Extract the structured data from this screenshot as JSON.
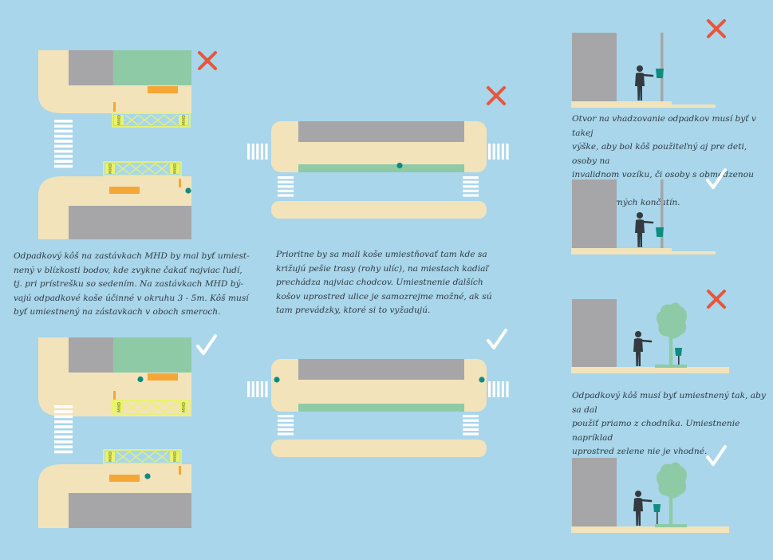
{
  "colors": {
    "background": "#a9d6ea",
    "sidewalk": "#f3e3bb",
    "building": "#a6a6a8",
    "greenery": "#8ecaa6",
    "shelter": "#e9f36a",
    "bench": "#f4a736",
    "bin": "#0f8b80",
    "cross": "#e9553b",
    "check": "#ffffff",
    "figure": "#333a40",
    "crosswalk": "#ffffff"
  },
  "marks": {
    "wrong": "cross-icon",
    "right": "check-icon"
  },
  "shelter_label": "MHD",
  "captions": {
    "bus_stop": "Odpadkový kôš na zastávkach MHD by mal byť umiest-\nnený v blízkosti bodov, kde zvykne čakať najviac ľudí,\ntj. pri prístrešku so sedením. Na zastávkach MHD bý-\nvajú odpadkové koše účinné v okruhu 3 - 5m. Kôš musí\nbyť umiestnený na zástavkach v oboch smeroch.",
    "crossing": "Prioritne by sa mali koše umiestňovať tam kde sa\nkrižujú pešie trasy (rohy ulíc), na miestach kadiaľ\nprechádza najviac chodcov. Umiestnenie ďalších\nkošov uprostred ulice je samozrejme možné, ak sú\ntam prevádzky, ktoré si to vyžadujú.",
    "height": "Otvor na vhadzovanie odpadkov musí byť v takej\nvýške, aby bol kôš použiteľný aj pre deti, osoby na\ninvalidnom vozíku, či osoby s obmedzenou pohybli-\nvosťou horných končatín.",
    "placement": "Odpadkový kôš musí byť umiestnený tak, aby sa dal\npoužiť priamo z chodníka. Umiestnenie napríklad\nuprostred zelene nie je vhodné."
  }
}
